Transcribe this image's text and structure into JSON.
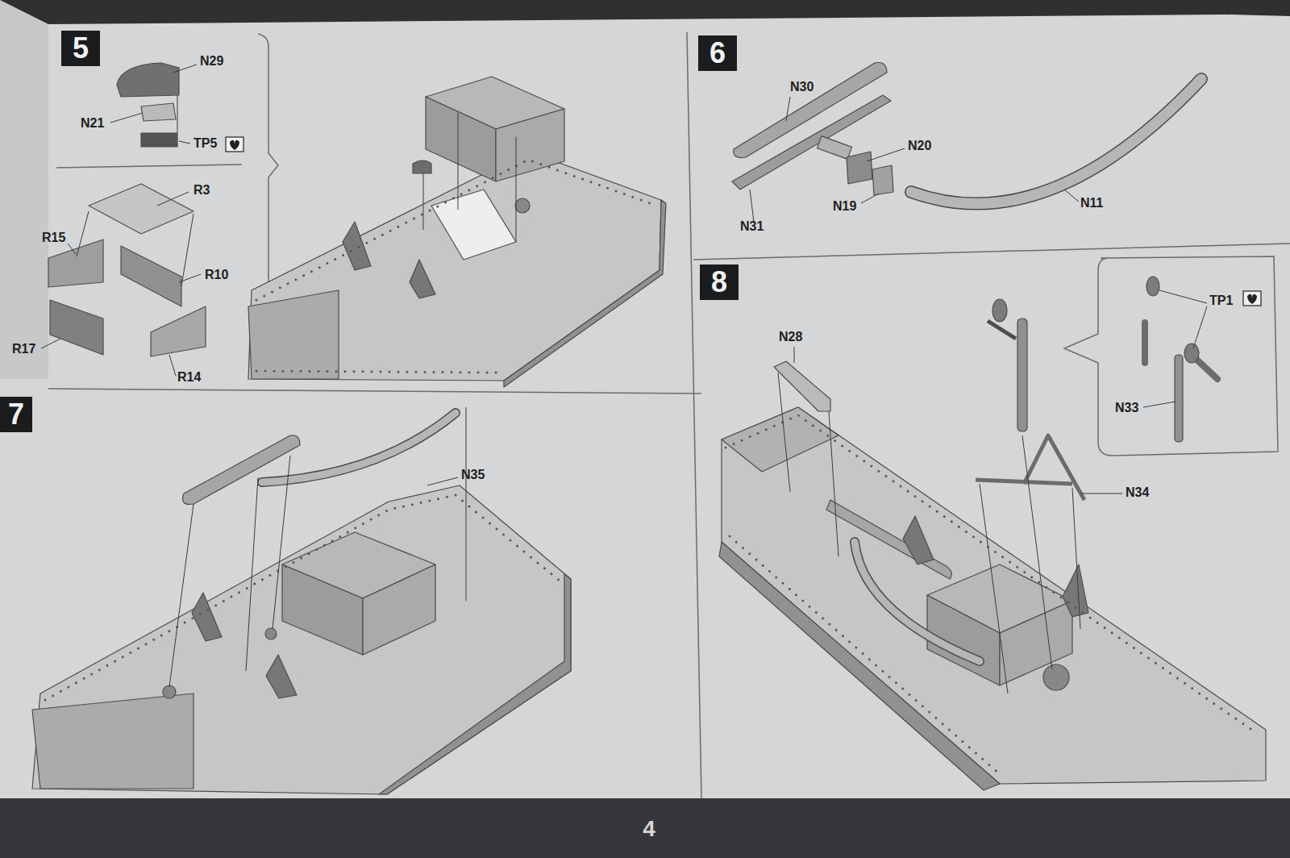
{
  "diagram": {
    "nodes": [
      {
        "text": [
          "5"
        ]
      },
      {
        "text": [
          "6"
        ]
      },
      {
        "text": [
          "7"
        ]
      },
      {
        "text": [
          "8"
        ]
      },
      {
        "text": [
          "4"
        ]
      }
    ],
    "labels": [
      "N29",
      "N21",
      "TP5",
      "R3",
      "R15",
      "R10",
      "R17",
      "R14",
      "N30",
      "N20",
      "N31",
      "N19",
      "N11",
      "N35",
      "N28",
      "TP1",
      "N33",
      "N34"
    ]
  }
}
